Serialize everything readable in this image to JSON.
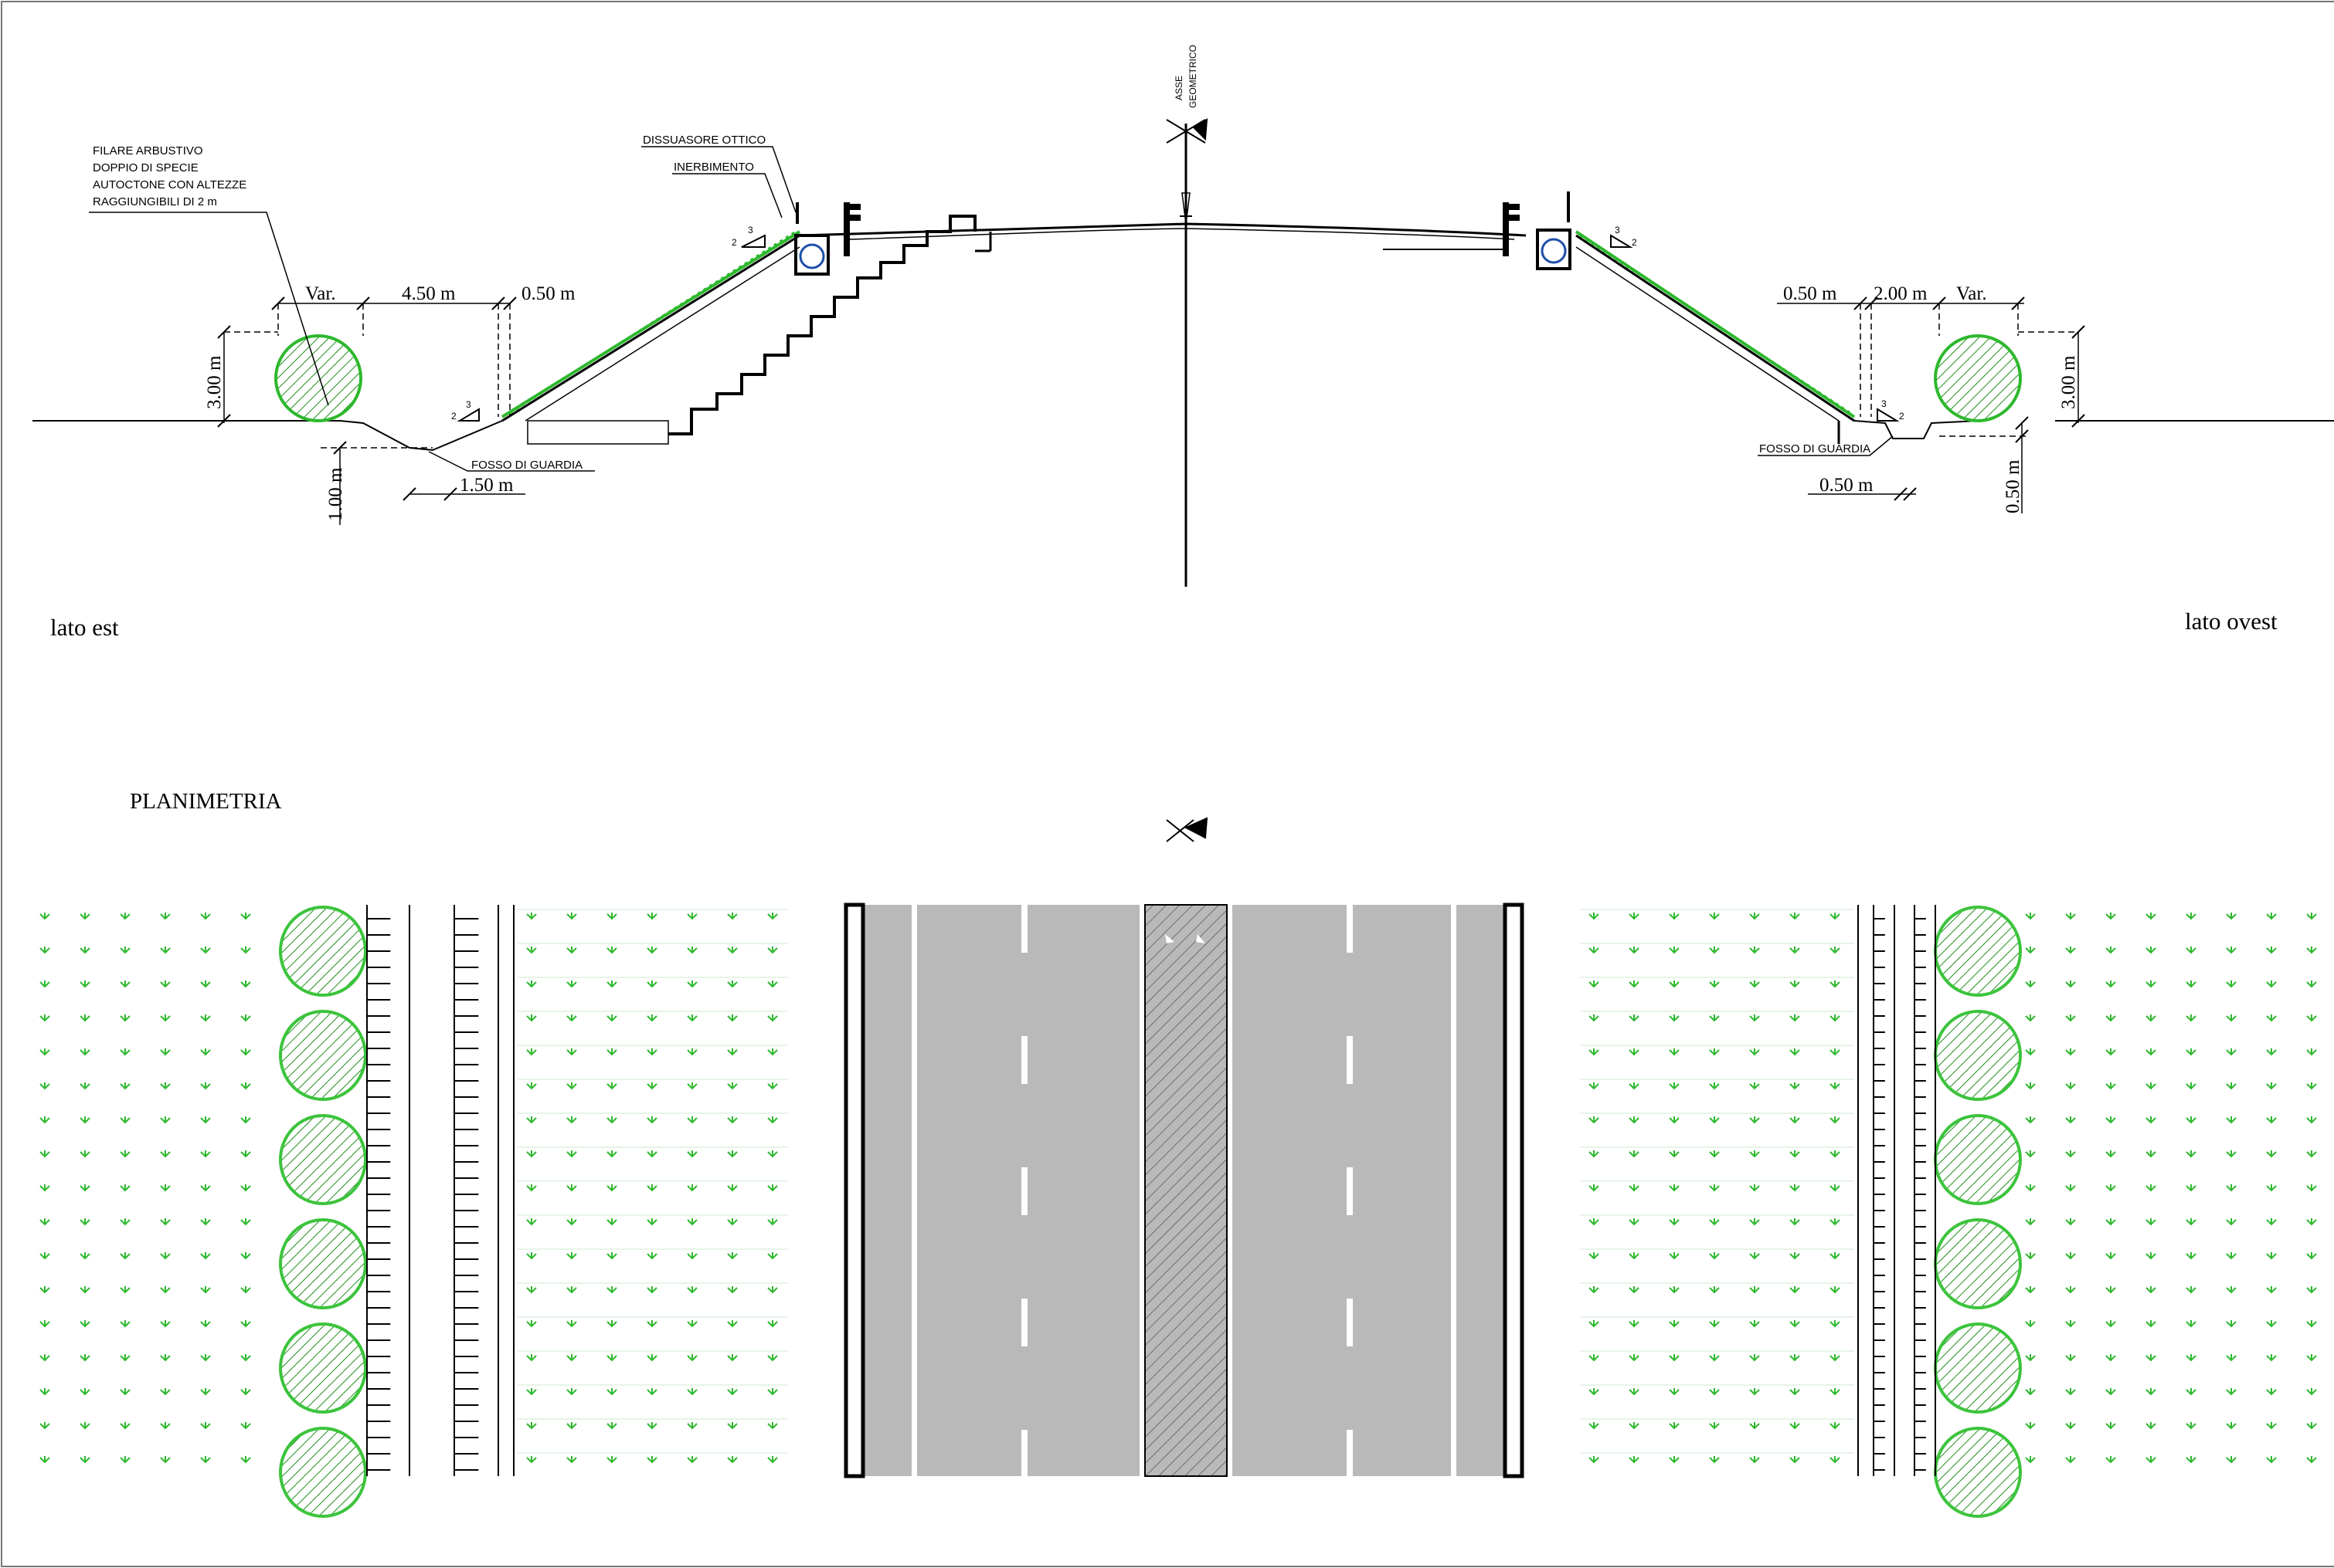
{
  "section": {
    "axis_label_1": "ASSE",
    "axis_label_2": "GEOMETRICO",
    "note_shrubs": [
      "FILARE ARBUSTIVO",
      "DOPPIO DI SPECIE",
      "AUTOCTONE CON ALTEZZE",
      "RAGGIUNGIBILI DI 2 m"
    ],
    "dissuasore": "DISSUASORE OTTICO",
    "inerbimento": "INERBIMENTO",
    "fosso_left": "FOSSO DI GUARDIA",
    "fosso_right": "FOSSO DI GUARDIA",
    "slope_h": "3",
    "slope_v": "2",
    "dims_left": {
      "var": "Var.",
      "d450": "4.50 m",
      "d050": "0.50 m",
      "d300": "3.00 m",
      "d100": "1.00 m",
      "d150": "1.50 m"
    },
    "dims_right": {
      "d050a": "0.50 m",
      "d200": "2.00 m",
      "var": "Var.",
      "d300": "3.00 m",
      "d050b": "0.50 m",
      "d050c": "0.50 m"
    },
    "lato_est": "lato est",
    "lato_ovest": "lato ovest"
  },
  "plan": {
    "title": "PLANIMETRIA"
  },
  "colors": {
    "grass": "#2db82d",
    "shrub": "#3cc43c",
    "road": "#b9b9b9",
    "line": "#000000"
  },
  "icons": [
    "north-arrow-icon",
    "shrub-icon",
    "grass-tuft-icon",
    "culvert-icon",
    "guardrail-icon"
  ]
}
